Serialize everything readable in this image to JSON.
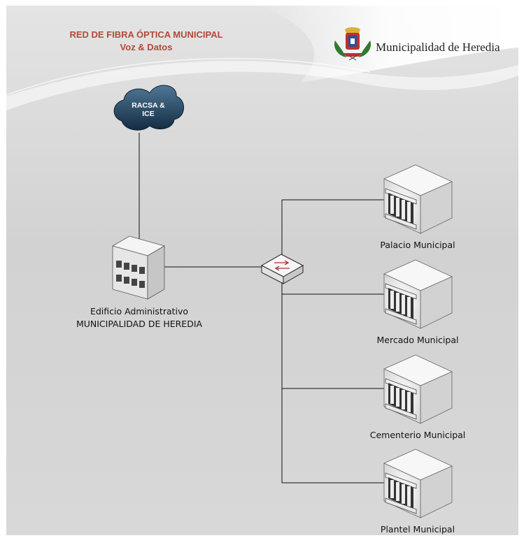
{
  "header": {
    "title_line1": "RED DE FIBRA ÓPTICA MUNICIPAL",
    "title_line2": "Voz & Datos",
    "logo_text": "Municipalidad de Heredia"
  },
  "cloud": {
    "line1": "RACSA &",
    "line2": "ICE"
  },
  "main_building": {
    "line1": "Edificio Administrativo",
    "line2": "MUNICIPALIDAD DE HEREDIA"
  },
  "sites": [
    {
      "label": "Palacio Municipal"
    },
    {
      "label": "Mercado Municipal"
    },
    {
      "label": "Cementerio Municipal"
    },
    {
      "label": "Plantel Municipal"
    }
  ],
  "colors": {
    "title": "#b04a3a",
    "cloud": "#1e3f5c",
    "line": "#111111"
  },
  "icons": [
    "cloud-icon",
    "office-building-icon",
    "network-switch-icon",
    "municipal-building-icon",
    "coat-of-arms-logo"
  ]
}
